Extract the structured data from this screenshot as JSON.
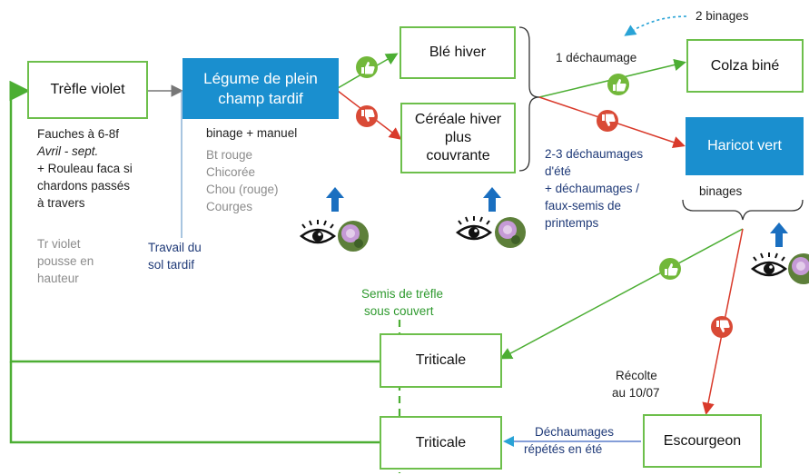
{
  "nodes": {
    "trefle_violet": "Trèfle violet",
    "legume": "Légume de plein champ tardif",
    "ble_hiver": "Blé hiver",
    "cereale": "Céréale hiver plus couvrante",
    "colza": "Colza biné",
    "haricot": "Haricot vert",
    "triticale_top": "Triticale",
    "triticale_bottom": "Triticale",
    "escourgeon": "Escourgeon"
  },
  "labels": {
    "fauches": "Fauches à 6-8f",
    "avril": "Avril - sept.",
    "rouleau_1": "+ Rouleau faca si",
    "rouleau_2": "chardons passés",
    "rouleau_3": "à travers",
    "tr_1": "Tr violet",
    "tr_2": "pousse en",
    "tr_3": "hauteur",
    "travail_1": "Travail du",
    "travail_2": "sol tardif",
    "binage_manuel": "binage + manuel",
    "veg_1": "Bt rouge",
    "veg_2": "Chicorée",
    "veg_3": "Chou (rouge)",
    "veg_4": "Courges",
    "dechaumage_1": "1 déchaumage",
    "binages_2": "2 binages",
    "dech_ete_1": "2-3 déchaumages",
    "dech_ete_2": "d'été",
    "dech_ete_3": "+ déchaumages /",
    "dech_ete_4": "faux-semis de",
    "dech_ete_5": "printemps",
    "binages": "binages",
    "semis_1": "Semis de trèfle",
    "semis_2": "sous couvert",
    "recolte_1": "Récolte",
    "recolte_2": "au 10/07",
    "dech_rep_1": "Déchaumages",
    "dech_rep_2": "répétés en été"
  },
  "icons": {
    "thumbs_up": "thumbs-up-icon",
    "thumbs_down": "thumbs-down-icon",
    "eye": "eye-icon",
    "thistle": "thistle-icon",
    "arrow_up": "up-arrow-icon"
  },
  "colors": {
    "green": "#6dbf4b",
    "red": "#e04a3a",
    "blue": "#1a8fcf",
    "navy": "#1f3a78",
    "gray": "#8c8c8c"
  }
}
